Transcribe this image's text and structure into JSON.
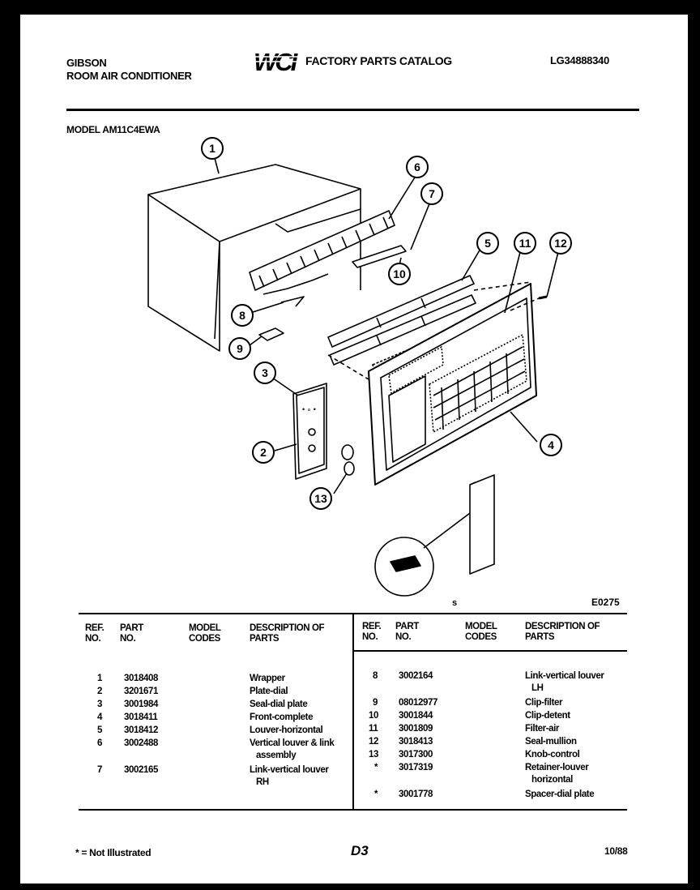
{
  "header": {
    "brand": "GIBSON",
    "product": "ROOM AIR CONDITIONER",
    "logo_text": "WCI",
    "catalog_title": "FACTORY PARTS CATALOG",
    "catalog_no": "LG34888340",
    "model": "MODEL AM11C4EWA"
  },
  "diagram": {
    "callouts": [
      "1",
      "2",
      "3",
      "4",
      "5",
      "6",
      "7",
      "8",
      "9",
      "10",
      "11",
      "12",
      "13"
    ],
    "stray_mark": "s",
    "figure_code": "E0275"
  },
  "table": {
    "headers": {
      "ref": "REF. NO.",
      "part": "PART NO.",
      "model": "MODEL CODES",
      "desc": "DESCRIPTION OF PARTS"
    },
    "left": [
      {
        "ref": "1",
        "part": "3018408",
        "desc": "Wrapper",
        "desc2": ""
      },
      {
        "ref": "2",
        "part": "3201671",
        "desc": "Plate-dial",
        "desc2": ""
      },
      {
        "ref": "3",
        "part": "3001984",
        "desc": "Seal-dial plate",
        "desc2": ""
      },
      {
        "ref": "4",
        "part": "3018411",
        "desc": "Front-complete",
        "desc2": ""
      },
      {
        "ref": "5",
        "part": "3018412",
        "desc": "Louver-horizontal",
        "desc2": ""
      },
      {
        "ref": "6",
        "part": "3002488",
        "desc": "Vertical louver & link",
        "desc2": "assembly"
      },
      {
        "ref": "7",
        "part": "3002165",
        "desc": "Link-vertical louver",
        "desc2": "RH"
      }
    ],
    "right": [
      {
        "ref": "8",
        "part": "3002164",
        "desc": "Link-vertical louver",
        "desc2": "LH"
      },
      {
        "ref": "9",
        "part": "08012977",
        "desc": "Clip-filter",
        "desc2": ""
      },
      {
        "ref": "10",
        "part": "3001844",
        "desc": "Clip-detent",
        "desc2": ""
      },
      {
        "ref": "11",
        "part": "3001809",
        "desc": "Filter-air",
        "desc2": ""
      },
      {
        "ref": "12",
        "part": "3018413",
        "desc": "Seal-mullion",
        "desc2": ""
      },
      {
        "ref": "13",
        "part": "3017300",
        "desc": "Knob-control",
        "desc2": ""
      },
      {
        "ref": "*",
        "part": "3017319",
        "desc": "Retainer-louver",
        "desc2": "horizontal"
      },
      {
        "ref": "*",
        "part": "3001778",
        "desc": "Spacer-dial plate",
        "desc2": ""
      }
    ]
  },
  "footer": {
    "note": "* = Not Illustrated",
    "page": "D3",
    "date": "10/88"
  }
}
